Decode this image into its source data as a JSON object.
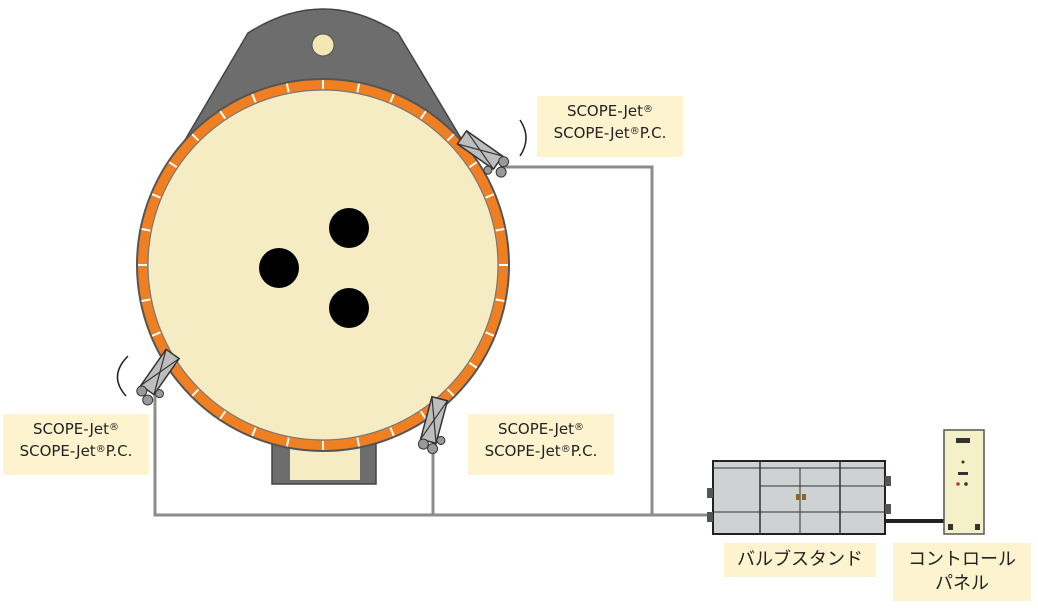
{
  "labels": {
    "nozzle_top_right": {
      "line1": "SCOPE-Jet",
      "line2_prefix": "SCOPE-Jet",
      "line2_suffix": "P.C.",
      "reg": "®"
    },
    "nozzle_left": {
      "line1": "SCOPE-Jet",
      "line2_prefix": "SCOPE-Jet",
      "line2_suffix": "P.C.",
      "reg": "®"
    },
    "nozzle_bottom_right": {
      "line1": "SCOPE-Jet",
      "line2_prefix": "SCOPE-Jet",
      "line2_suffix": "P.C.",
      "reg": "®"
    },
    "valve_stand": "バルブスタンド",
    "control_panel_line1": "コントロール",
    "control_panel_line2": "パネル"
  },
  "colors": {
    "furnace_fill": "#f6ecc4",
    "refractory_ring": "#f07f22",
    "hood_gray": "#6d6d6d",
    "pipe": "#8c8c8c",
    "label_bg": "#fdf3cf",
    "hole": "#000000",
    "valve_stand_fill": "#cfd2d2",
    "panel_fill": "#f4f0c8"
  }
}
